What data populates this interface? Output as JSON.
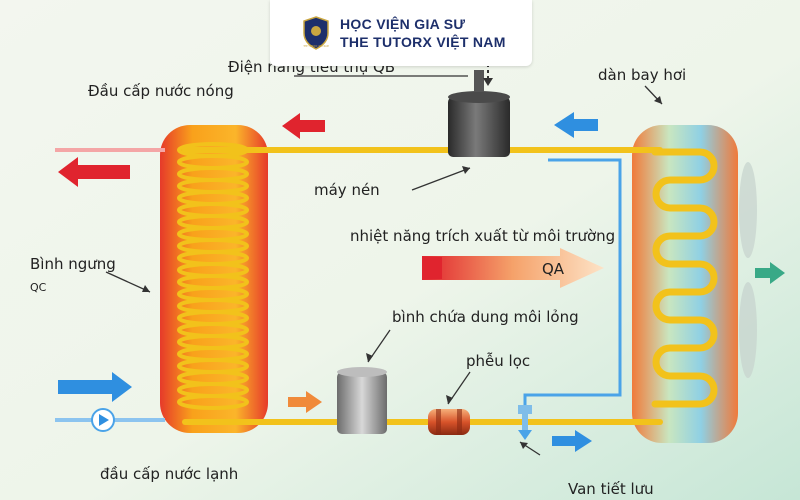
{
  "brand": {
    "line1": "HỌC VIỆN GIA SƯ",
    "line2": "THE TUTORX VIỆT NAM",
    "logo_small_text": "THE TUTORX VIET NAM",
    "color_navy": "#1d2f6b",
    "color_gold": "#c9a640"
  },
  "labels": {
    "power_input": "Điện năng tiêu thụ QB",
    "hot_water_outlet": "Đầu cấp nước nóng",
    "evaporator": "dàn bay hơi",
    "compressor": "máy nén",
    "heat_from_environment": "nhiệt năng trích xuất từ môi trường",
    "qa": "QA",
    "condenser": "Bình ngưng",
    "qc": "QC",
    "liquid_receiver": "bình chứa dung môi lỏng",
    "filter": "phễu lọc",
    "cold_water_inlet": "đầu cấp nước lạnh",
    "expansion_valve": "Van tiết lưu"
  },
  "colors": {
    "pipe_yellow": "#f2c21b",
    "hot_arrow": "#e0242e",
    "cold_arrow": "#2f8fe0",
    "capillary_blue": "#4aa3e8",
    "fan_arrow": "#39a987"
  }
}
